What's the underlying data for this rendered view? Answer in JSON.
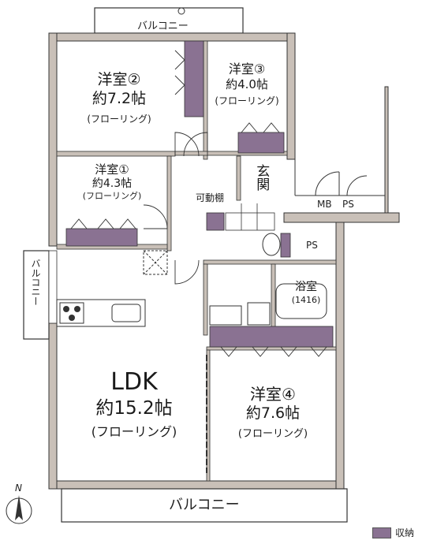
{
  "rooms": {
    "western2": {
      "name": "洋室②",
      "size": "約7.2帖",
      "floor": "(フローリング)"
    },
    "western3": {
      "name": "洋室③",
      "size": "約4.0帖",
      "floor": "(フローリング)"
    },
    "western1": {
      "name": "洋室①",
      "size": "約4.3帖",
      "floor": "(フローリング)"
    },
    "ldk": {
      "name": "LDK",
      "size": "約15.2帖",
      "floor": "(フローリング)"
    },
    "western4": {
      "name": "洋室④",
      "size": "約7.6帖",
      "floor": "(フローリング)"
    },
    "entrance": {
      "name": "玄関"
    },
    "bath": {
      "name": "浴室",
      "size": "(1416)"
    }
  },
  "labels": {
    "balcony_top": "バルコニー",
    "balcony_side": "バルコニー",
    "balcony_bottom": "バルコニー",
    "movable_shelf": "可動棚",
    "mb": "MB",
    "ps1": "PS",
    "ps2": "PS"
  },
  "compass": {
    "north_label": "N"
  },
  "legend": {
    "label": "収納",
    "color": "#8a7292"
  },
  "colors": {
    "wall": "#c9c0b8",
    "storage": "#8a7292",
    "line": "#333333"
  }
}
